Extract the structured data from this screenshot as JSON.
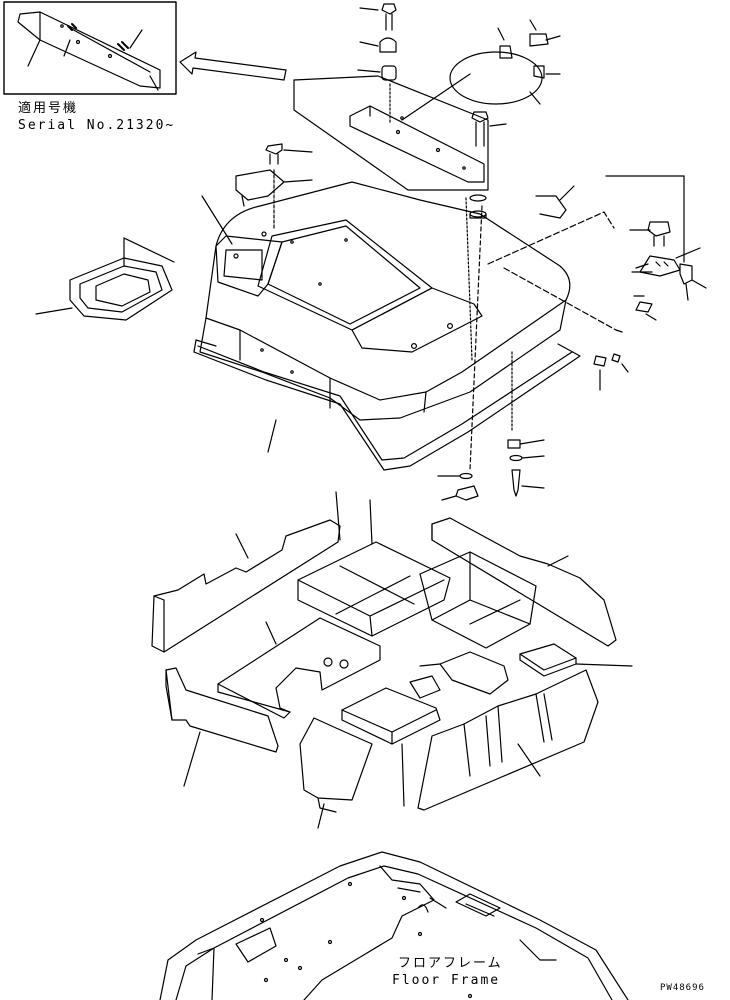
{
  "inset": {
    "applicable_machines_jp": "適用号機",
    "serial_range": "Serial No.21320~"
  },
  "floor_frame": {
    "label_jp": "フロアフレーム",
    "label_en": "Floor Frame"
  },
  "drawing_number": "PW48696"
}
